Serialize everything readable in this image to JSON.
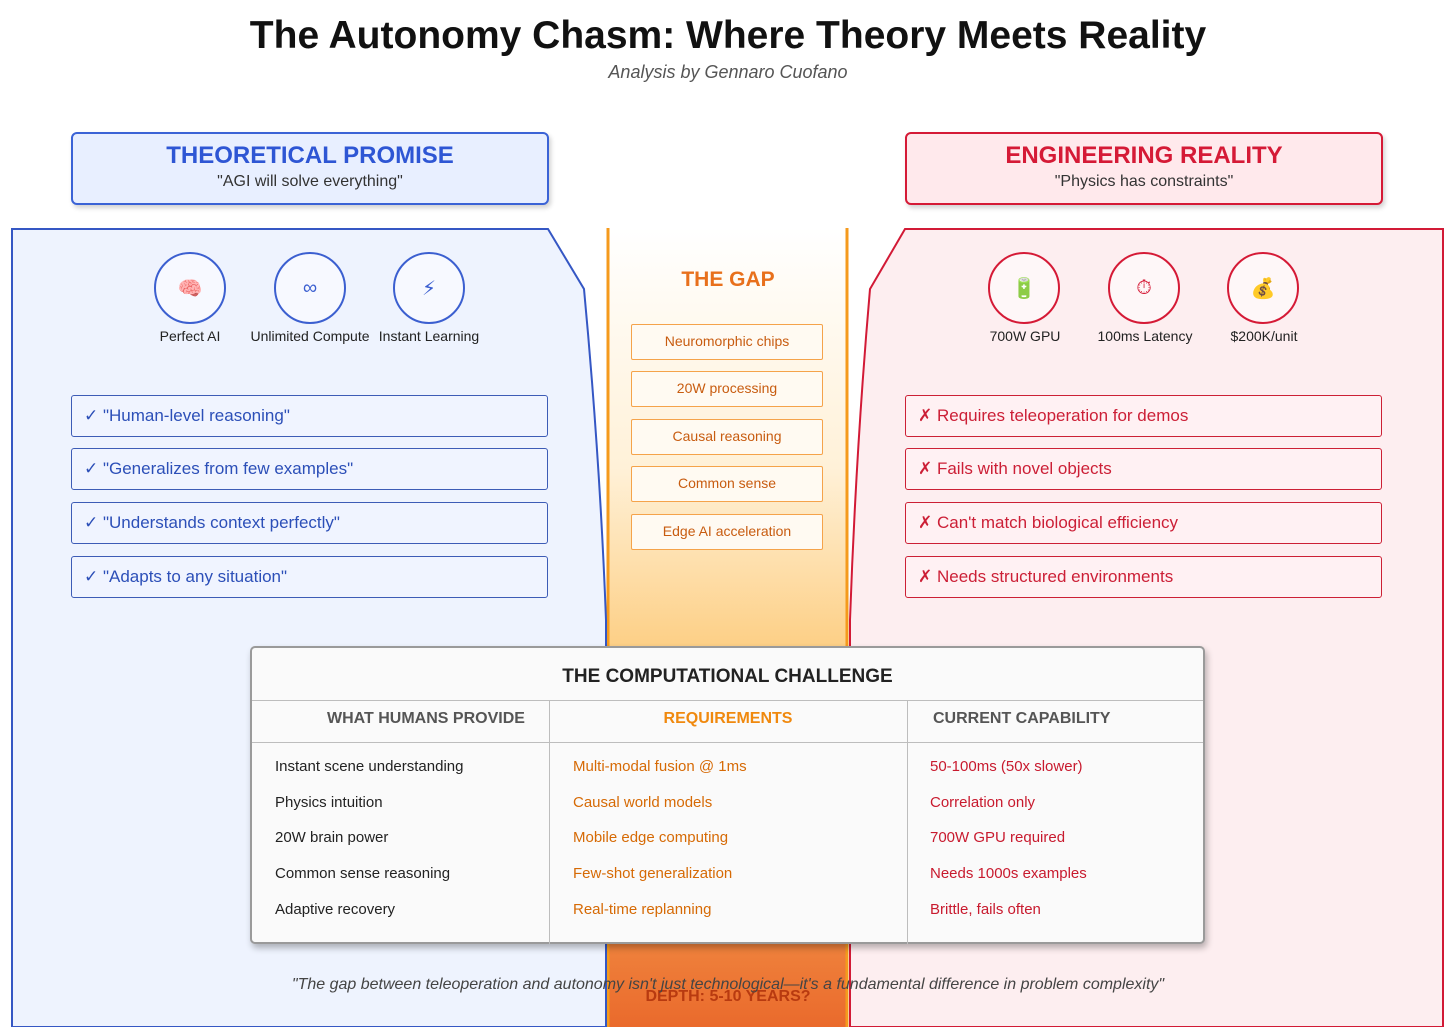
{
  "title": "The Autonomy Chasm: Where Theory Meets Reality",
  "subtitle": "Analysis by Gennaro Cuofano",
  "theoretical": {
    "heading": "THEORETICAL PROMISE",
    "tagline": "\"AGI will solve everything\"",
    "icons": [
      {
        "glyph": "🧠",
        "name": "brain-icon",
        "label": "Perfect AI"
      },
      {
        "glyph": "∞",
        "name": "infinity-icon",
        "label": "Unlimited Compute"
      },
      {
        "glyph": "⚡",
        "name": "lightning-icon",
        "label": "Instant Learning"
      }
    ],
    "claims": [
      "✓ \"Human-level reasoning\"",
      "✓ \"Generalizes from few examples\"",
      "✓ \"Understands context perfectly\"",
      "✓ \"Adapts to any situation\""
    ]
  },
  "engineering": {
    "heading": "ENGINEERING REALITY",
    "tagline": "\"Physics has constraints\"",
    "icons": [
      {
        "glyph": "🔋",
        "name": "battery-icon",
        "label": "700W GPU"
      },
      {
        "glyph": "⏱",
        "name": "stopwatch-icon",
        "label": "100ms Latency"
      },
      {
        "glyph": "💰",
        "name": "money-bag-icon",
        "label": "$200K/unit"
      }
    ],
    "limits": [
      "✗ Requires teleoperation for demos",
      "✗ Fails with novel objects",
      "✗ Can't match biological efficiency",
      "✗ Needs structured environments"
    ]
  },
  "gap": {
    "title": "THE GAP",
    "items": [
      "Neuromorphic chips",
      "20W processing",
      "Causal reasoning",
      "Common sense",
      "Edge AI acceleration"
    ],
    "depth": "DEPTH: 5-10 YEARS?"
  },
  "table": {
    "title": "THE COMPUTATIONAL CHALLENGE",
    "headers": [
      "WHAT HUMANS PROVIDE",
      "REQUIREMENTS",
      "CURRENT CAPABILITY"
    ],
    "rows": [
      [
        "Instant scene understanding",
        "Multi-modal fusion @ 1ms",
        "50-100ms (50x slower)"
      ],
      [
        "Physics intuition",
        "Causal world models",
        "Correlation only"
      ],
      [
        "20W brain power",
        "Mobile edge computing",
        "700W GPU required"
      ],
      [
        "Common sense reasoning",
        "Few-shot generalization",
        "Needs 1000s examples"
      ],
      [
        "Adaptive recovery",
        "Real-time replanning",
        "Brittle, fails often"
      ]
    ]
  },
  "quote": "\"The gap between teleoperation and autonomy isn't just technological—it's a fundamental difference in problem complexity\"",
  "colors": {
    "theory_blue": "#2e56d4",
    "reality_red": "#d51a36",
    "gap_orange": "#e8701c"
  }
}
